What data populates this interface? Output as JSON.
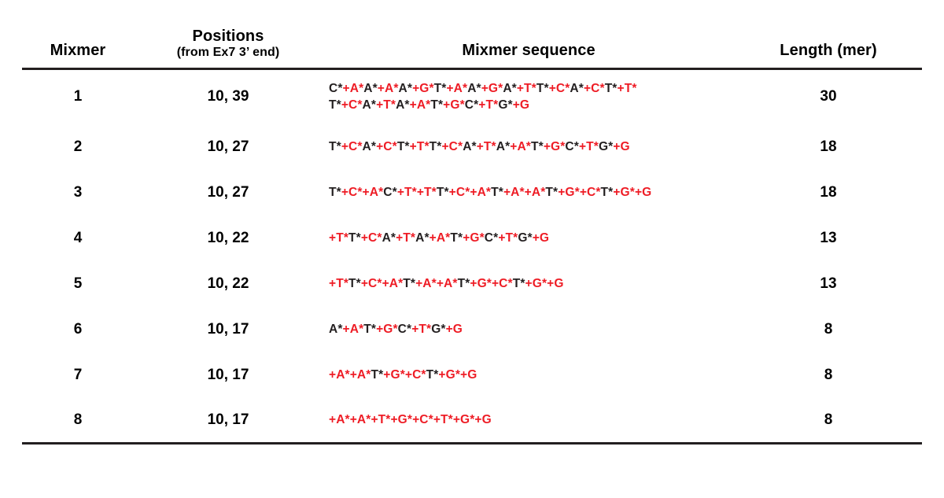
{
  "table": {
    "headers": {
      "mixmer": "Mixmer",
      "positions_main": "Positions",
      "positions_sub": "(from Ex7 3’ end)",
      "sequence": "Mixmer sequence",
      "length": "Length (mer)"
    },
    "colors": {
      "modified_base": "#ee1c25",
      "plain_base": "#231f20",
      "rule": "#231f20"
    },
    "rows": [
      {
        "mixmer": "1",
        "positions": "10, 39",
        "length": "30",
        "sequence_text": "C*+A*A*+A*A*+G*T*+A*A*+G*A*+T*T*+C*A*+C*T*+T*T*+C*A*+T*A*+A*T*+G*C*+T*G*+G",
        "sequence_lines": [
          [
            {
              "t": "C*",
              "c": "blk"
            },
            {
              "t": "+A*",
              "c": "red"
            },
            {
              "t": "A*",
              "c": "blk"
            },
            {
              "t": "+A*",
              "c": "red"
            },
            {
              "t": "A*",
              "c": "blk"
            },
            {
              "t": "+G*",
              "c": "red"
            },
            {
              "t": "T*",
              "c": "blk"
            },
            {
              "t": "+A*",
              "c": "red"
            },
            {
              "t": "A*",
              "c": "blk"
            },
            {
              "t": "+G*",
              "c": "red"
            },
            {
              "t": "A*",
              "c": "blk"
            },
            {
              "t": "+T*",
              "c": "red"
            },
            {
              "t": "T*",
              "c": "blk"
            },
            {
              "t": "+C*",
              "c": "red"
            },
            {
              "t": "A*",
              "c": "blk"
            },
            {
              "t": "+C*",
              "c": "red"
            },
            {
              "t": "T*",
              "c": "blk"
            },
            {
              "t": "+T*",
              "c": "red"
            }
          ],
          [
            {
              "t": "T*",
              "c": "blk"
            },
            {
              "t": "+C*",
              "c": "red"
            },
            {
              "t": "A*",
              "c": "blk"
            },
            {
              "t": "+T*",
              "c": "red"
            },
            {
              "t": "A*",
              "c": "blk"
            },
            {
              "t": "+A*",
              "c": "red"
            },
            {
              "t": "T*",
              "c": "blk"
            },
            {
              "t": "+G*",
              "c": "red"
            },
            {
              "t": "C*",
              "c": "blk"
            },
            {
              "t": "+T*",
              "c": "red"
            },
            {
              "t": "G*",
              "c": "blk"
            },
            {
              "t": "+G",
              "c": "red"
            }
          ]
        ]
      },
      {
        "mixmer": "2",
        "positions": "10, 27",
        "length": "18",
        "sequence_text": "T*+C*A*+C*T*+T*T*+C*A*+T*A*+A*T*+G*C*+T*G*+G",
        "sequence_lines": [
          [
            {
              "t": "T*",
              "c": "blk"
            },
            {
              "t": "+C*",
              "c": "red"
            },
            {
              "t": "A*",
              "c": "blk"
            },
            {
              "t": "+C*",
              "c": "red"
            },
            {
              "t": "T*",
              "c": "blk"
            },
            {
              "t": "+T*",
              "c": "red"
            },
            {
              "t": "T*",
              "c": "blk"
            },
            {
              "t": "+C*",
              "c": "red"
            },
            {
              "t": "A*",
              "c": "blk"
            },
            {
              "t": "+T*",
              "c": "red"
            },
            {
              "t": "A*",
              "c": "blk"
            },
            {
              "t": "+A*",
              "c": "red"
            },
            {
              "t": "T*",
              "c": "blk"
            },
            {
              "t": "+G*",
              "c": "red"
            },
            {
              "t": "C*",
              "c": "blk"
            },
            {
              "t": "+T*",
              "c": "red"
            },
            {
              "t": "G*",
              "c": "blk"
            },
            {
              "t": "+G",
              "c": "red"
            }
          ]
        ]
      },
      {
        "mixmer": "3",
        "positions": "10, 27",
        "length": "18",
        "sequence_text": "T*+C*+A*C*+T*+T*T*+C*+A*T*+A*+A*T*+G*+C*T*+G*+G",
        "sequence_lines": [
          [
            {
              "t": "T*",
              "c": "blk"
            },
            {
              "t": "+C*",
              "c": "red"
            },
            {
              "t": "+A*",
              "c": "red"
            },
            {
              "t": "C*",
              "c": "blk"
            },
            {
              "t": "+T*",
              "c": "red"
            },
            {
              "t": "+T*",
              "c": "red"
            },
            {
              "t": "T*",
              "c": "blk"
            },
            {
              "t": "+C*",
              "c": "red"
            },
            {
              "t": "+A*",
              "c": "red"
            },
            {
              "t": "T*",
              "c": "blk"
            },
            {
              "t": "+A*",
              "c": "red"
            },
            {
              "t": "+A*",
              "c": "red"
            },
            {
              "t": "T*",
              "c": "blk"
            },
            {
              "t": "+G*",
              "c": "red"
            },
            {
              "t": "+C*",
              "c": "red"
            },
            {
              "t": "T*",
              "c": "blk"
            },
            {
              "t": "+G*",
              "c": "red"
            },
            {
              "t": "+G",
              "c": "red"
            }
          ]
        ]
      },
      {
        "mixmer": "4",
        "positions": "10, 22",
        "length": "13",
        "sequence_text": "+T*T*+C*A*+T*A*+A*T*+G*C*+T*G*+G",
        "sequence_lines": [
          [
            {
              "t": "+T*",
              "c": "red"
            },
            {
              "t": "T*",
              "c": "blk"
            },
            {
              "t": "+C*",
              "c": "red"
            },
            {
              "t": "A*",
              "c": "blk"
            },
            {
              "t": "+T*",
              "c": "red"
            },
            {
              "t": "A*",
              "c": "blk"
            },
            {
              "t": "+A*",
              "c": "red"
            },
            {
              "t": "T*",
              "c": "blk"
            },
            {
              "t": "+G*",
              "c": "red"
            },
            {
              "t": "C*",
              "c": "blk"
            },
            {
              "t": "+T*",
              "c": "red"
            },
            {
              "t": "G*",
              "c": "blk"
            },
            {
              "t": "+G",
              "c": "red"
            }
          ]
        ]
      },
      {
        "mixmer": "5",
        "positions": "10, 22",
        "length": "13",
        "sequence_text": "+T*T*+C*+A*T*+A*+A*T*+G*+C*T*+G*+G",
        "sequence_lines": [
          [
            {
              "t": "+T*",
              "c": "red"
            },
            {
              "t": "T*",
              "c": "blk"
            },
            {
              "t": "+C*",
              "c": "red"
            },
            {
              "t": "+A*",
              "c": "red"
            },
            {
              "t": "T*",
              "c": "blk"
            },
            {
              "t": "+A*",
              "c": "red"
            },
            {
              "t": "+A*",
              "c": "red"
            },
            {
              "t": "T*",
              "c": "blk"
            },
            {
              "t": "+G*",
              "c": "red"
            },
            {
              "t": "+C*",
              "c": "red"
            },
            {
              "t": "T*",
              "c": "blk"
            },
            {
              "t": "+G*",
              "c": "red"
            },
            {
              "t": "+G",
              "c": "red"
            }
          ]
        ]
      },
      {
        "mixmer": "6",
        "positions": "10, 17",
        "length": "8",
        "sequence_text": "A*+A*T*+G*C*+T*G*+G",
        "sequence_lines": [
          [
            {
              "t": "A*",
              "c": "blk"
            },
            {
              "t": "+A*",
              "c": "red"
            },
            {
              "t": "T*",
              "c": "blk"
            },
            {
              "t": "+G*",
              "c": "red"
            },
            {
              "t": "C*",
              "c": "blk"
            },
            {
              "t": "+T*",
              "c": "red"
            },
            {
              "t": "G*",
              "c": "blk"
            },
            {
              "t": "+G",
              "c": "red"
            }
          ]
        ]
      },
      {
        "mixmer": "7",
        "positions": "10, 17",
        "length": "8",
        "sequence_text": "+A*+A*T*+G*+C*T*+G*+G",
        "sequence_lines": [
          [
            {
              "t": "+A*",
              "c": "red"
            },
            {
              "t": "+A*",
              "c": "red"
            },
            {
              "t": "T*",
              "c": "blk"
            },
            {
              "t": "+G*",
              "c": "red"
            },
            {
              "t": "+C*",
              "c": "red"
            },
            {
              "t": "T*",
              "c": "blk"
            },
            {
              "t": "+G*",
              "c": "red"
            },
            {
              "t": "+G",
              "c": "red"
            }
          ]
        ]
      },
      {
        "mixmer": "8",
        "positions": "10, 17",
        "length": "8",
        "sequence_text": "+A*+A*+T*+G*+C*+T*+G*+G",
        "sequence_lines": [
          [
            {
              "t": "+A*",
              "c": "red"
            },
            {
              "t": "+A*",
              "c": "red"
            },
            {
              "t": "+T*",
              "c": "red"
            },
            {
              "t": "+G*",
              "c": "red"
            },
            {
              "t": "+C*",
              "c": "red"
            },
            {
              "t": "+T*",
              "c": "red"
            },
            {
              "t": "+G*",
              "c": "red"
            },
            {
              "t": "+G",
              "c": "red"
            }
          ]
        ]
      }
    ]
  }
}
